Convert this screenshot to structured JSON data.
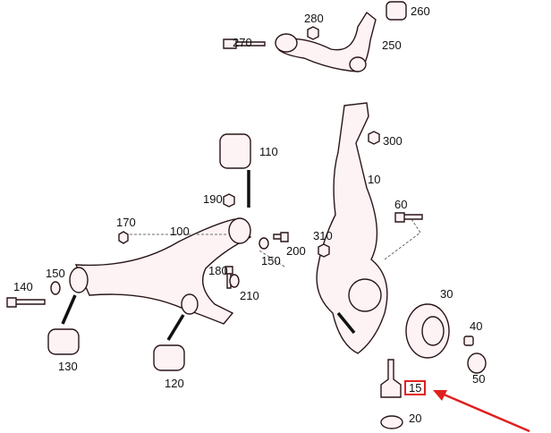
{
  "labels": {
    "p280": "280",
    "p260": "260",
    "p270": "270",
    "p250": "250",
    "p110": "110",
    "p300": "300",
    "p10": "10",
    "p190": "190",
    "p170": "170",
    "p100": "100",
    "p60": "60",
    "p310": "310",
    "p200": "200",
    "p150a": "150",
    "p150b": "150",
    "p140": "140",
    "p180": "180",
    "p210": "210",
    "p30": "30",
    "p40": "40",
    "p130": "130",
    "p120": "120",
    "p50": "50",
    "p15": "15",
    "p20": "20"
  },
  "highlight": {
    "part": "15",
    "color": "#e02020"
  }
}
